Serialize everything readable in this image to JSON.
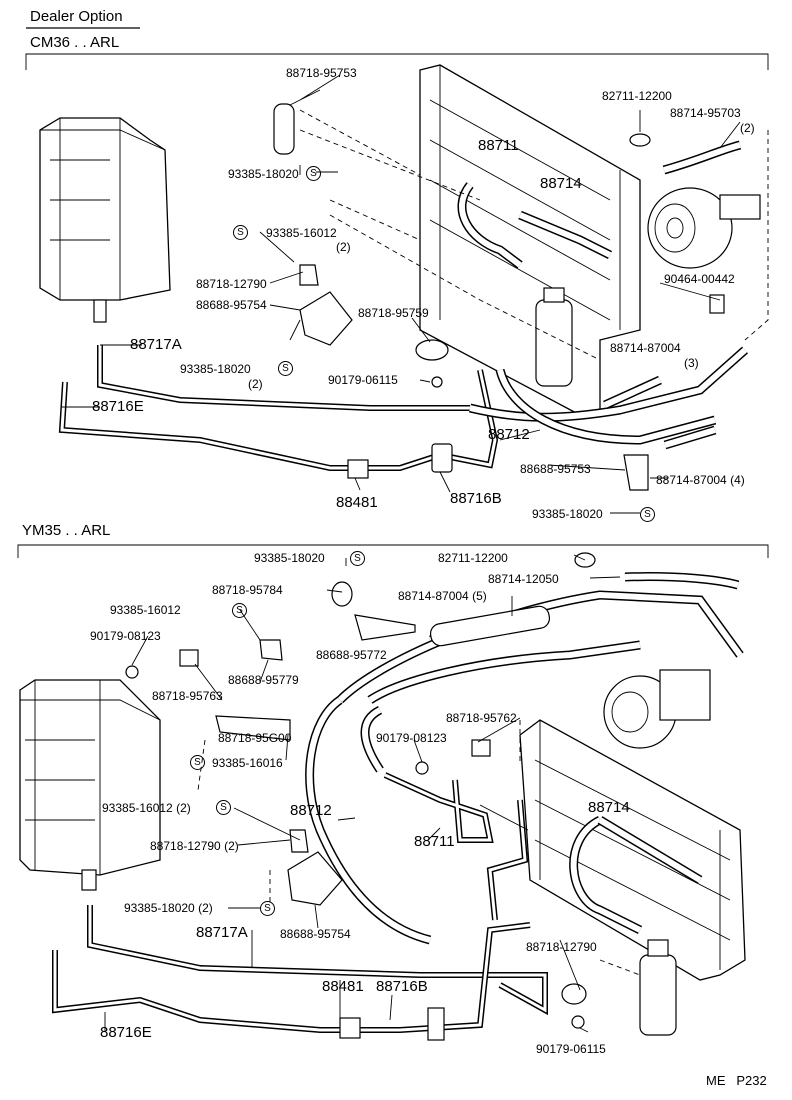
{
  "header": {
    "title": "Dealer Option"
  },
  "sections": [
    {
      "id": "cm36",
      "title": "CM36 . . ARL",
      "labels": [
        {
          "id": "l1",
          "text": "88718-95753"
        },
        {
          "id": "l2",
          "text": "93385-18020"
        },
        {
          "id": "l3",
          "text": "93385-16012"
        },
        {
          "id": "l4",
          "text": "(2)"
        },
        {
          "id": "l5",
          "text": "88718-12790"
        },
        {
          "id": "l6",
          "text": "88688-95754"
        },
        {
          "id": "l7",
          "text": "88717A"
        },
        {
          "id": "l8",
          "text": "93385-18020"
        },
        {
          "id": "l9",
          "text": "(2)"
        },
        {
          "id": "l10",
          "text": "88716E"
        },
        {
          "id": "l11",
          "text": "88711"
        },
        {
          "id": "l12",
          "text": "88714"
        },
        {
          "id": "l13",
          "text": "82711-12200"
        },
        {
          "id": "l14",
          "text": "88714-95703"
        },
        {
          "id": "l15",
          "text": "(2)"
        },
        {
          "id": "l16",
          "text": "90464-00442"
        },
        {
          "id": "l17",
          "text": "88718-95759"
        },
        {
          "id": "l18",
          "text": "90179-06115"
        },
        {
          "id": "l19",
          "text": "88714-87004"
        },
        {
          "id": "l20",
          "text": "(3)"
        },
        {
          "id": "l21",
          "text": "88712"
        },
        {
          "id": "l22",
          "text": "88688-95753"
        },
        {
          "id": "l23",
          "text": "88714-87004 (4)"
        },
        {
          "id": "l24",
          "text": "88481"
        },
        {
          "id": "l25",
          "text": "88716B"
        },
        {
          "id": "l26",
          "text": "93385-18020"
        }
      ]
    },
    {
      "id": "ym35",
      "title": "YM35 . . ARL",
      "labels": [
        {
          "id": "m1",
          "text": "93385-18020"
        },
        {
          "id": "m2",
          "text": "82711-12200"
        },
        {
          "id": "m3",
          "text": "88718-95784"
        },
        {
          "id": "m4",
          "text": "88714-12050"
        },
        {
          "id": "m5",
          "text": "88714-87004 (5)"
        },
        {
          "id": "m6",
          "text": "93385-16012"
        },
        {
          "id": "m7",
          "text": "88688-95772"
        },
        {
          "id": "m8",
          "text": "90179-08123"
        },
        {
          "id": "m9",
          "text": "88688-95779"
        },
        {
          "id": "m10",
          "text": "88718-95763"
        },
        {
          "id": "m11",
          "text": "88718-95762"
        },
        {
          "id": "m12",
          "text": "88718-95G00"
        },
        {
          "id": "m13",
          "text": "90179-08123"
        },
        {
          "id": "m14",
          "text": "93385-16016"
        },
        {
          "id": "m15",
          "text": "88714"
        },
        {
          "id": "m16",
          "text": "93385-16012 (2)"
        },
        {
          "id": "m17",
          "text": "88712"
        },
        {
          "id": "m18",
          "text": "88711"
        },
        {
          "id": "m19",
          "text": "88718-12790 (2)"
        },
        {
          "id": "m20",
          "text": "93385-18020 (2)"
        },
        {
          "id": "m21",
          "text": "88688-95754"
        },
        {
          "id": "m22",
          "text": "88717A"
        },
        {
          "id": "m23",
          "text": "88718-12790"
        },
        {
          "id": "m24",
          "text": "88481"
        },
        {
          "id": "m25",
          "text": "88716B"
        },
        {
          "id": "m26",
          "text": "88716E"
        },
        {
          "id": "m27",
          "text": "90179-06115"
        }
      ]
    }
  ],
  "symbol": "S",
  "footer": {
    "page_ref": "ME   P232"
  }
}
